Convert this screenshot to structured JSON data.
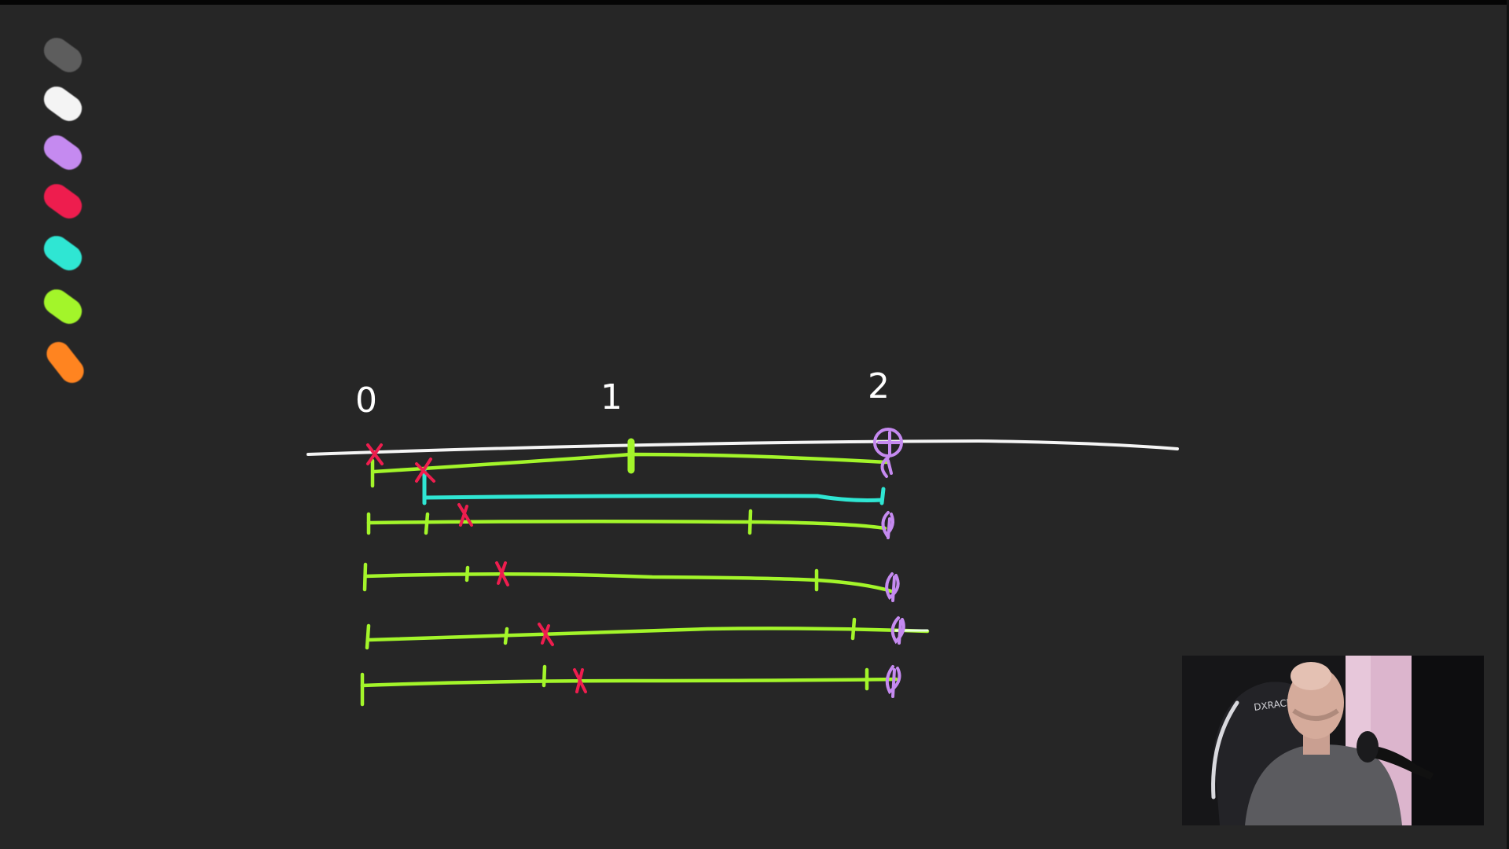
{
  "palette": {
    "colors": [
      {
        "name": "gray",
        "hex": "#5d5d5d"
      },
      {
        "name": "white",
        "hex": "#f4f4f4"
      },
      {
        "name": "purple",
        "hex": "#c58af0"
      },
      {
        "name": "red",
        "hex": "#ee1d4e"
      },
      {
        "name": "cyan",
        "hex": "#2fe6d3"
      },
      {
        "name": "green",
        "hex": "#a3f52a"
      },
      {
        "name": "orange",
        "hex": "#ff8420"
      }
    ]
  },
  "axis": {
    "labels": [
      "0",
      "1",
      "2"
    ]
  },
  "webcam": {
    "chair_brand": "DXRACER"
  }
}
